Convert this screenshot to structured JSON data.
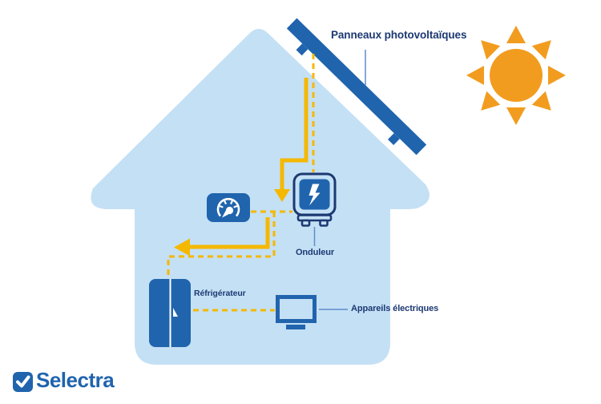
{
  "colors": {
    "background": "#ffffff",
    "house": "#c4e0f5",
    "primary_blue": "#2064ad",
    "dark_navy": "#1c3972",
    "flow_yellow": "#f5b800",
    "sun_orange": "#f29c1f",
    "connector_blue": "#5e8cc8"
  },
  "labels": {
    "solar_panels": "Panneaux photovoltaïques",
    "inverter": "Onduleur",
    "fridge": "Réfrigérateur",
    "appliances": "Appareils électriques"
  },
  "brand": {
    "name": "Selectra"
  }
}
